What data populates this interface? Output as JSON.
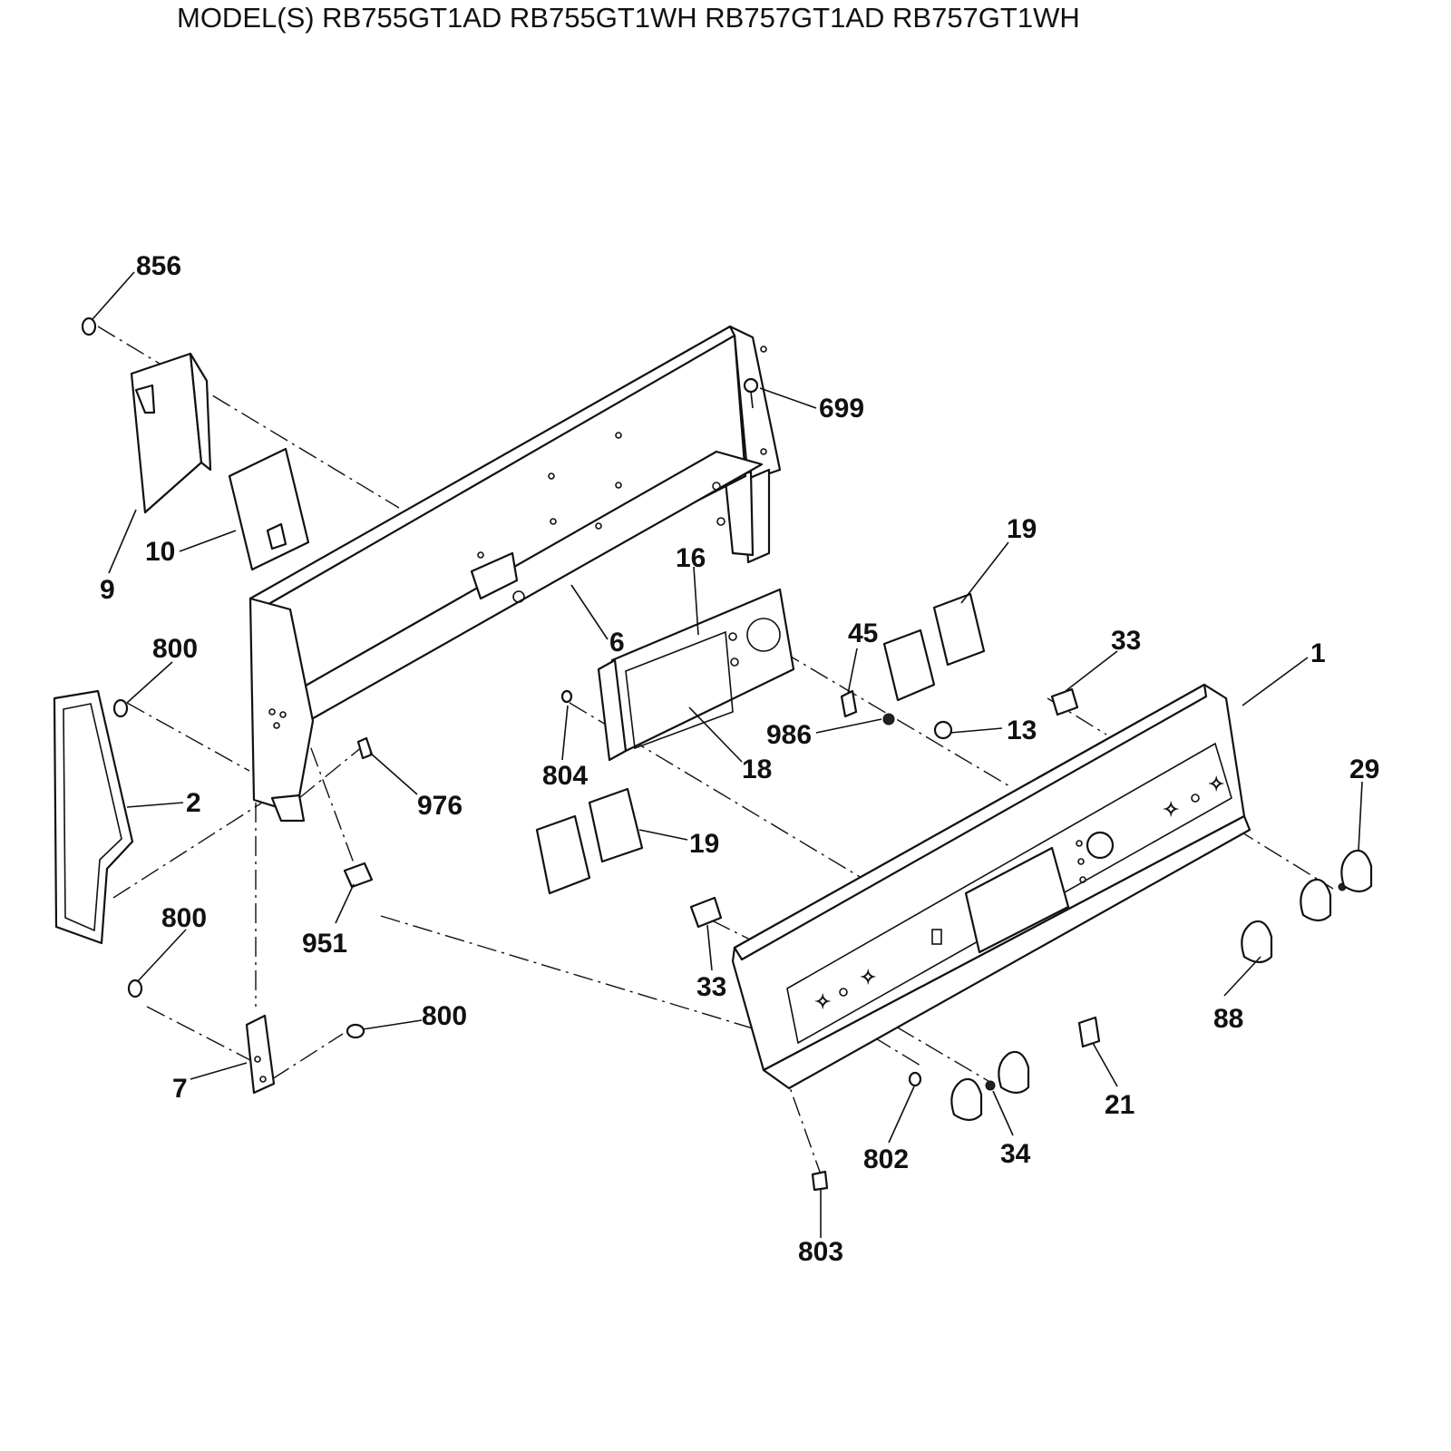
{
  "header": {
    "models_text": "MODEL(S) RB755GT1AD  RB755GT1WH  RB757GT1AD  RB757GT1WH"
  },
  "callouts": {
    "c856": "856",
    "c699": "699",
    "c9": "9",
    "c10": "10",
    "c19a": "19",
    "c16": "16",
    "c6": "6",
    "c45": "45",
    "c33a": "33",
    "c1": "1",
    "c800a": "800",
    "c986": "986",
    "c13": "13",
    "c804": "804",
    "c18": "18",
    "c29": "29",
    "c2": "2",
    "c976": "976",
    "c19b": "19",
    "c951": "951",
    "c800b": "800",
    "c33b": "33",
    "c88": "88",
    "c800c": "800",
    "c7": "7",
    "c21": "21",
    "c802": "802",
    "c34": "34",
    "c803": "803"
  }
}
